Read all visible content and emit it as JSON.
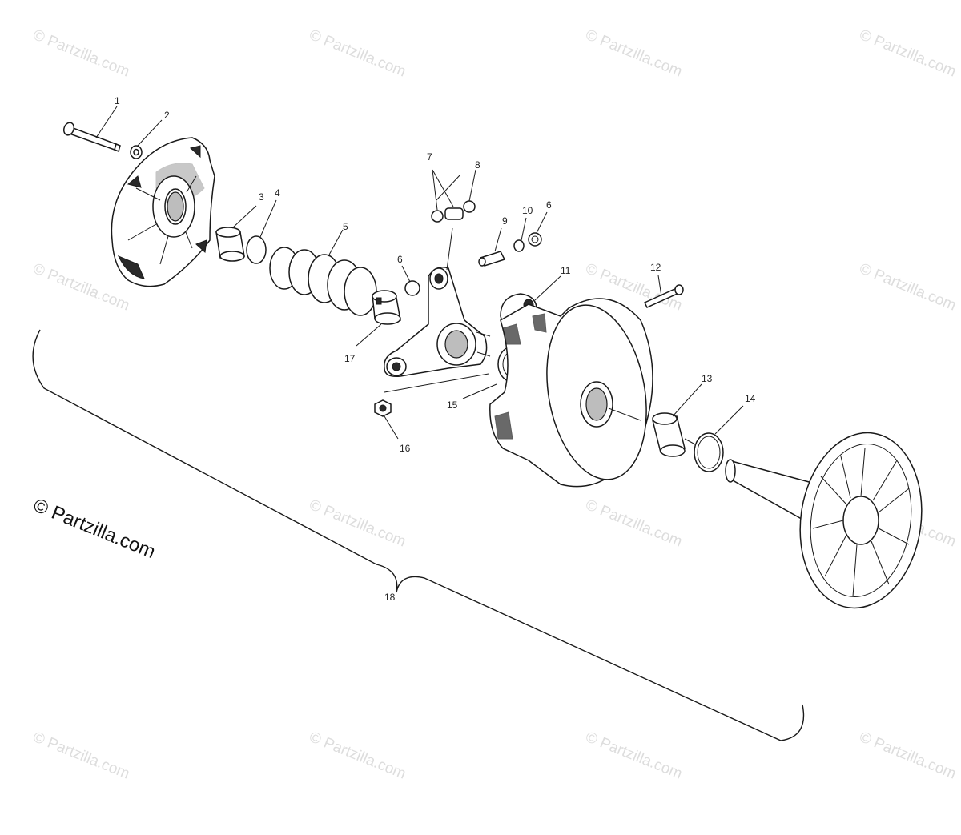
{
  "diagram": {
    "callouts": [
      "1",
      "2",
      "3",
      "4",
      "5",
      "6",
      "7",
      "8",
      "9",
      "10",
      "6",
      "11",
      "12",
      "13",
      "14",
      "15",
      "16",
      "17",
      "18"
    ]
  },
  "watermark": {
    "text": "© Partzilla.com",
    "main_text": "© Partzilla.com"
  }
}
